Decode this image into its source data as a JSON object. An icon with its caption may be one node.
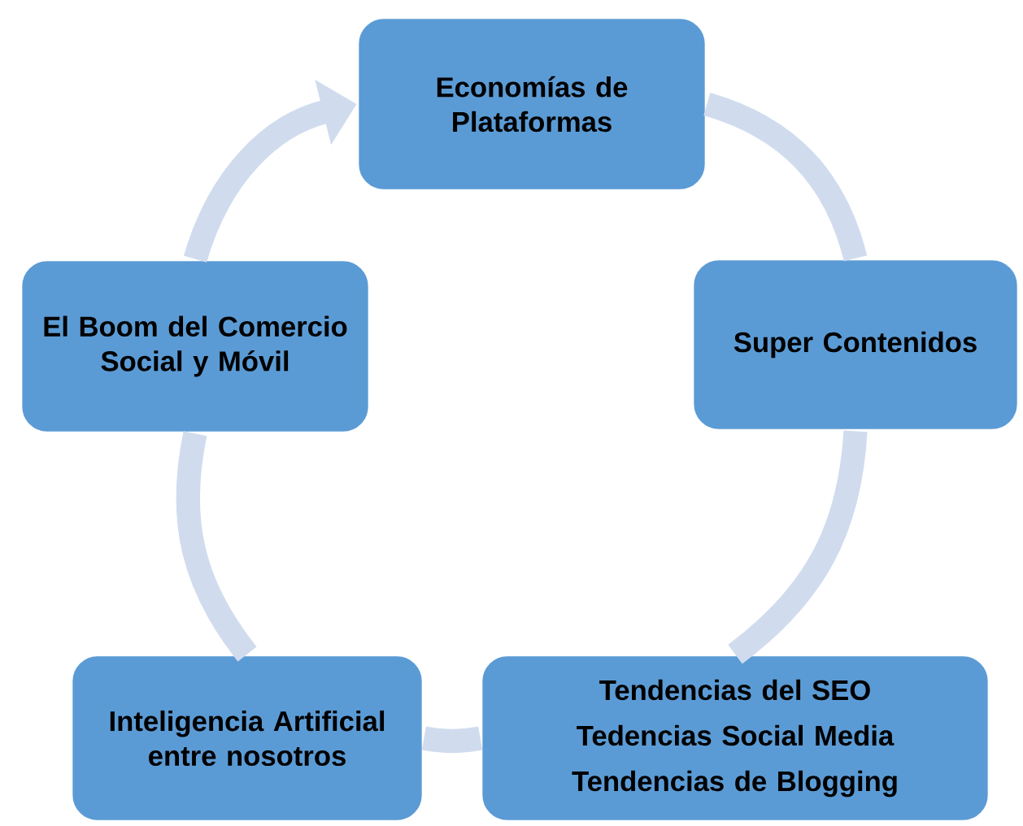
{
  "diagram": {
    "nodes": [
      {
        "text": [
          "Economías de Plataformas"
        ]
      },
      {
        "text": [
          "Super Contenidos"
        ]
      },
      {
        "text": [
          "Tendencias del SEO",
          "Tedencias Social Media",
          "Tendencias de Blogging"
        ]
      },
      {
        "text": [
          "Inteligencia Artificial entre nosotros"
        ]
      },
      {
        "text": [
          "El Boom del Comercio Social y Móvil"
        ]
      }
    ],
    "edges": [
      {
        "from": 0,
        "to": 1,
        "arrow": "none"
      },
      {
        "from": 1,
        "to": 2,
        "arrow": "none"
      },
      {
        "from": 2,
        "to": 3,
        "arrow": "none"
      },
      {
        "from": 3,
        "to": 4,
        "arrow": "none"
      },
      {
        "from": 4,
        "to": 0,
        "arrow": "to"
      }
    ]
  }
}
